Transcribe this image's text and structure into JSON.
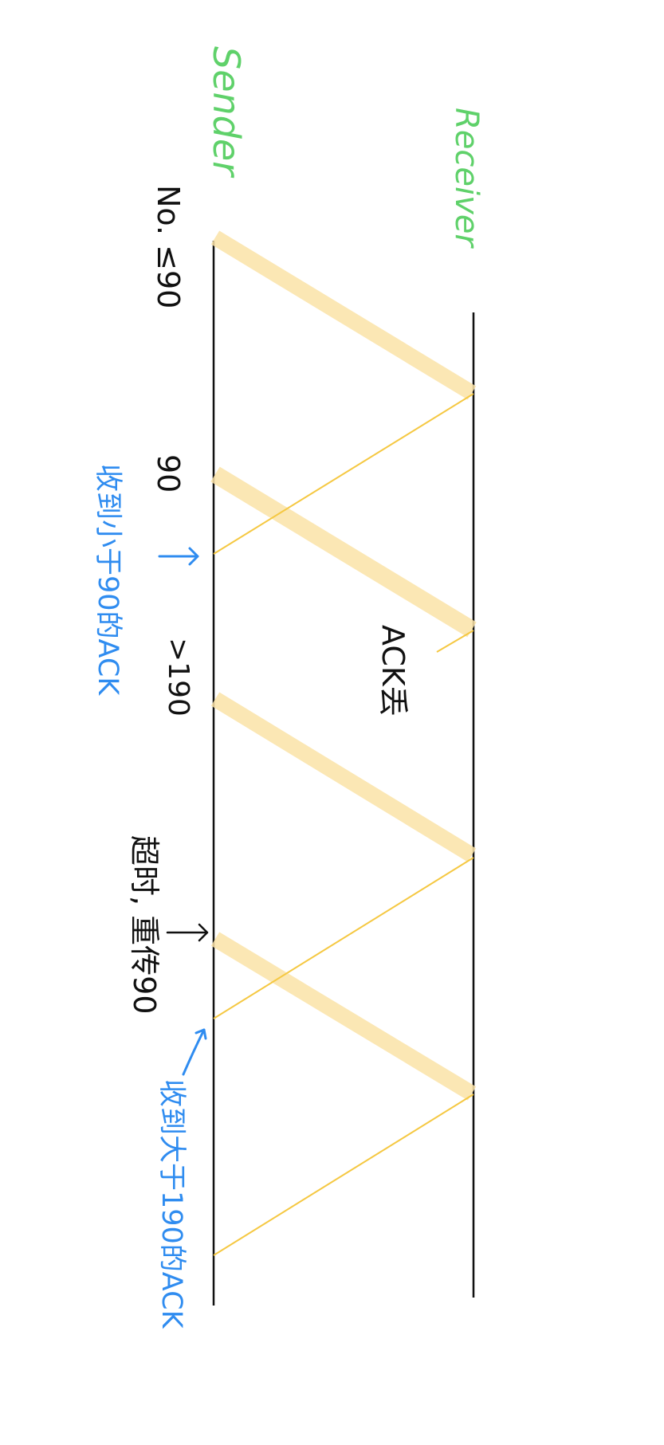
{
  "labels": {
    "sender": "Sender",
    "receiver": "Receiver",
    "seq_start": "No. ≤90",
    "seq_90": "90",
    "seq_gt190": ">190",
    "ack_lost": "ACK丢",
    "timeout_resend": "超时, 重传90",
    "recv_lt90": "收到小于90的ACK",
    "recv_gt190": "收到大于190的ACK"
  },
  "colors": {
    "role_label": "#5fd16a",
    "note": "#2f8cf0",
    "text": "#111111",
    "timeline": "#111111",
    "data_segment": "#fbe3a8",
    "ack": "#f5c842"
  }
}
